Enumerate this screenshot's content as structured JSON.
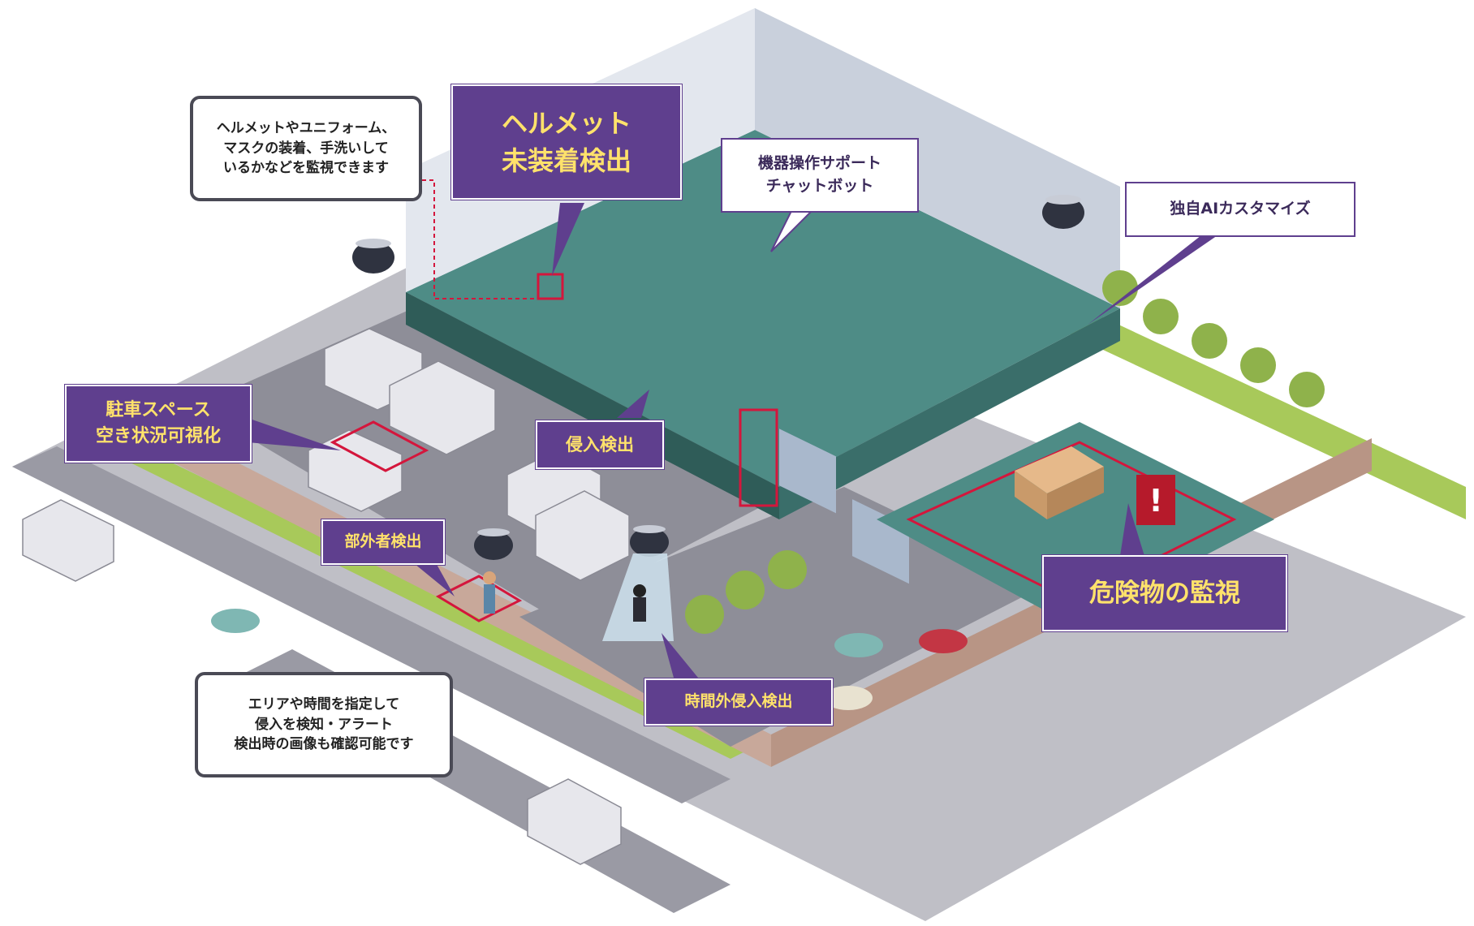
{
  "callouts": {
    "helmet_title": "ヘルメット\n未装着検出",
    "helmet_note": "ヘルメットやユニフォーム、\nマスクの装着、手洗いして\nいるかなどを監視できます",
    "chatbot": "機器操作サポート\nチャットボット",
    "custom_ai": "独自AIカスタマイズ",
    "parking": "駐車スペース\n空き状況可視化",
    "intrusion": "侵入検出",
    "outsider": "部外者検出",
    "after_hours": "時間外侵入検出",
    "hazard": "危険物の監視",
    "area_note": "エリアや時間を指定して\n侵入を検知・アラート\n検出時の画像も確認可能です"
  },
  "colors": {
    "accent_purple": "#5f3f8e",
    "label_yellow": "#ffe26b",
    "detect_red": "#d4163c",
    "floor_teal": "#4e8c86",
    "hedge_green": "#a8c95a"
  },
  "icons": [
    "dome-camera-icon",
    "warning-sign-icon",
    "truck-icon",
    "car-icon",
    "tree-icon",
    "person-icon",
    "forklift-icon",
    "box-pallet-icon",
    "robot-arm-icon"
  ]
}
